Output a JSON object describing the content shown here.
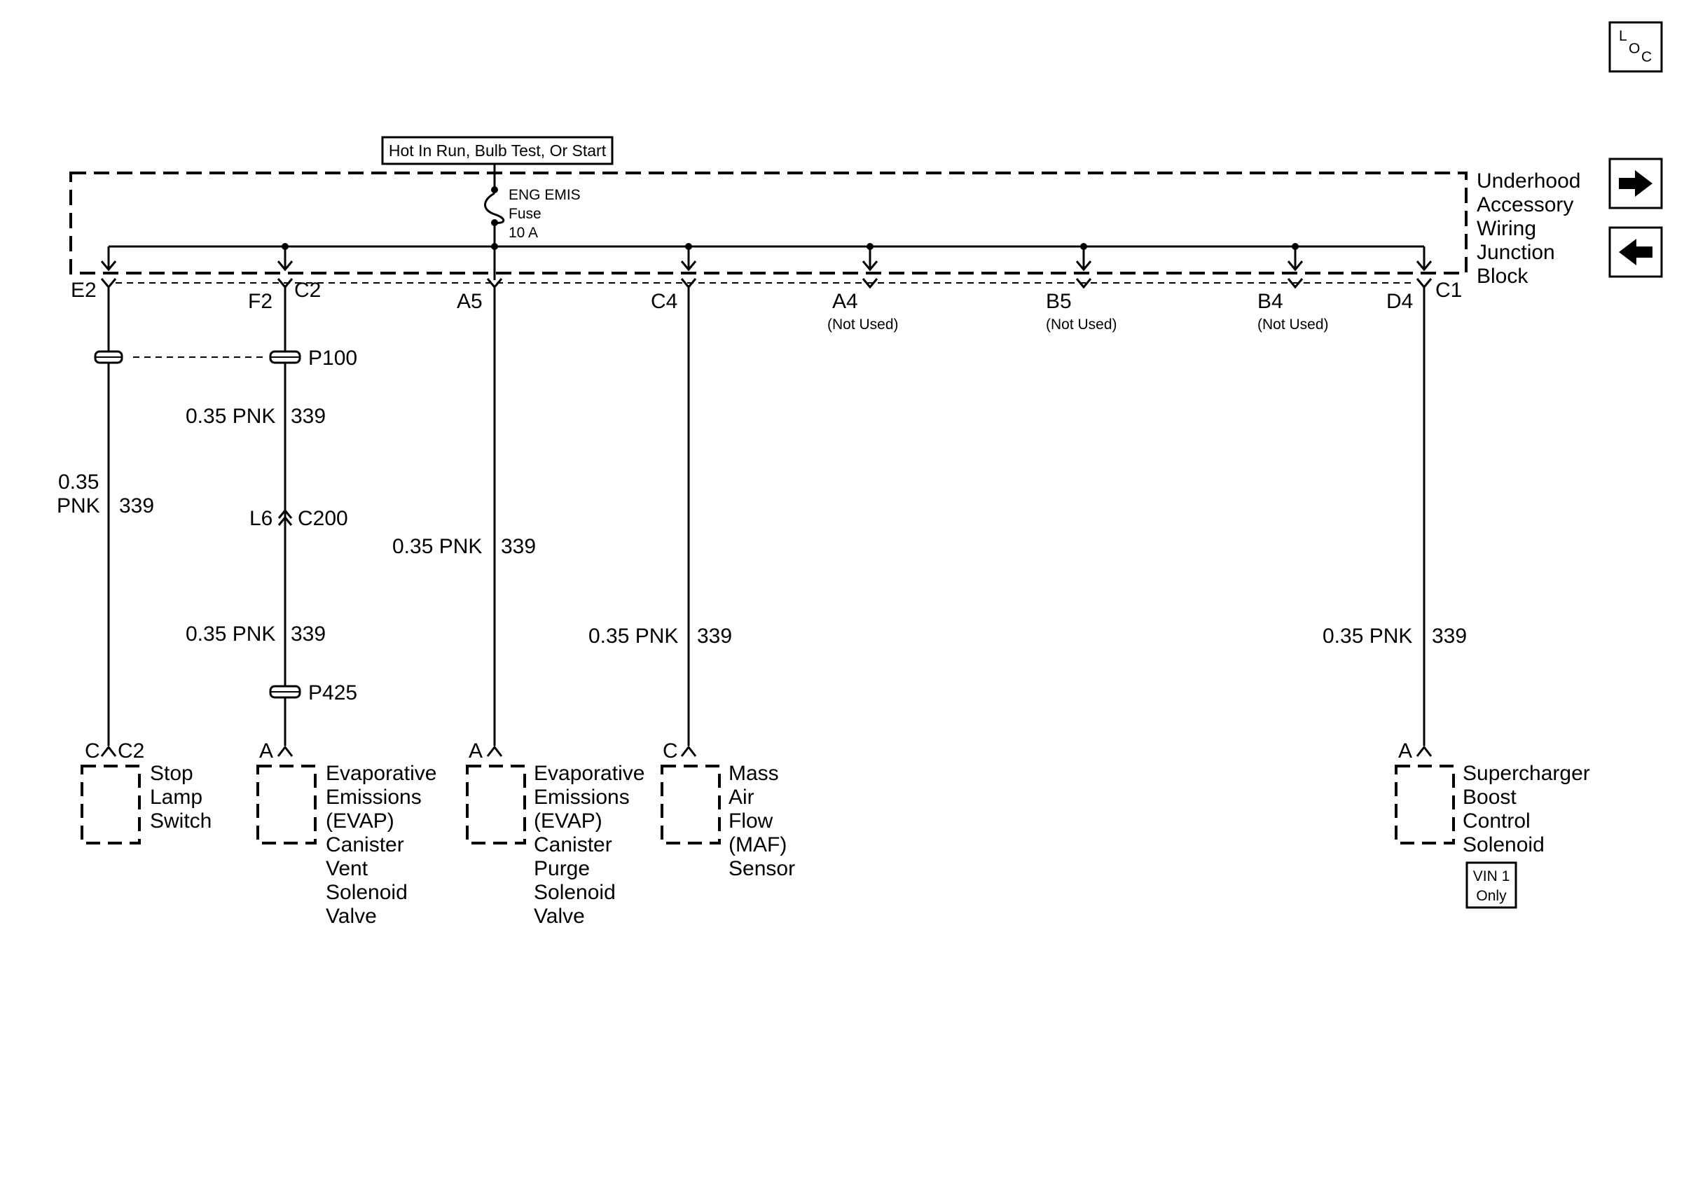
{
  "header": {
    "loc_icon_top": "L",
    "loc_icon_mid": "O",
    "loc_icon_sub": "C",
    "power_label": "Hot In Run, Bulb Test, Or Start"
  },
  "nav": {
    "next_icon": "arrow-right-icon",
    "prev_icon": "arrow-left-icon"
  },
  "junction_block": {
    "name_lines": [
      "Underhood",
      "Accessory",
      "Wiring",
      "Junction",
      "Block"
    ]
  },
  "fuse": {
    "name": "ENG EMIS",
    "type": "Fuse",
    "rating": "10 A"
  },
  "terminals": {
    "e2": "E2",
    "f2": "F2",
    "c2": "C2",
    "a5": "A5",
    "c4": "C4",
    "a4": "A4",
    "b5": "B5",
    "b4": "B4",
    "d4": "D4",
    "c1": "C1",
    "not_used": "(Not Used)"
  },
  "splices": {
    "p100": "P100",
    "p425": "P425"
  },
  "inline_connector": {
    "pin": "L6",
    "name": "C200"
  },
  "wires": {
    "size_color": "0.35 PNK",
    "size": "0.35",
    "color": "PNK",
    "circuit": "339"
  },
  "components": {
    "stop_lamp": {
      "pin": "C",
      "connector": "C2",
      "name_lines": [
        "Stop",
        "Lamp",
        "Switch"
      ]
    },
    "evap_vent": {
      "pin": "A",
      "name_lines": [
        "Evaporative",
        "Emissions",
        "(EVAP)",
        "Canister",
        "Vent",
        "Solenoid",
        "Valve"
      ]
    },
    "evap_purge": {
      "pin": "A",
      "name_lines": [
        "Evaporative",
        "Emissions",
        "(EVAP)",
        "Canister",
        "Purge",
        "Solenoid",
        "Valve"
      ]
    },
    "maf": {
      "pin": "C",
      "name_lines": [
        "Mass",
        "Air",
        "Flow",
        "(MAF)",
        "Sensor"
      ]
    },
    "supercharger": {
      "pin": "A",
      "name_lines": [
        "Supercharger",
        "Boost",
        "Control",
        "Solenoid"
      ],
      "note_lines": [
        "VIN 1",
        "Only"
      ]
    }
  }
}
